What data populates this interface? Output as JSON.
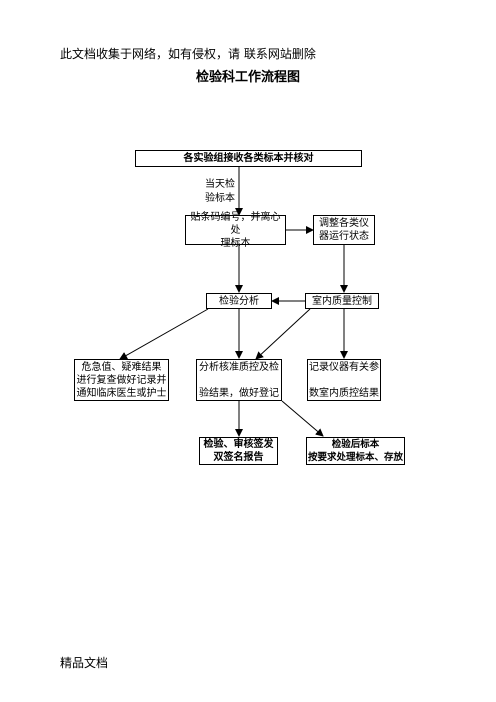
{
  "header_note": "此文档收集于网络，如有侵权，请  联系网站删除",
  "title": "检验科工作流程图",
  "footer_note": "精品文档",
  "flowchart": {
    "receive": "各实验组接收各类标本并核对",
    "same_day_label": "当天检\n验标本",
    "barcode": "贴条码编号，并离心处\n理标本",
    "adjust": "调整各类仪\n器运行状态",
    "analysis": "检验分析",
    "qc": "室内质量控制",
    "critical": "危急值、疑难结果\n进行复查做好记录并\n通知临床医生或护士",
    "review": "分析核准质控及检\n\n验结果，做好登记",
    "record": "记录仪器有关参\n\n数室内质控结果",
    "report": "检验、审核签发\n双签名报告",
    "storage": "检验后标本\n按要求处理标本、存放"
  }
}
